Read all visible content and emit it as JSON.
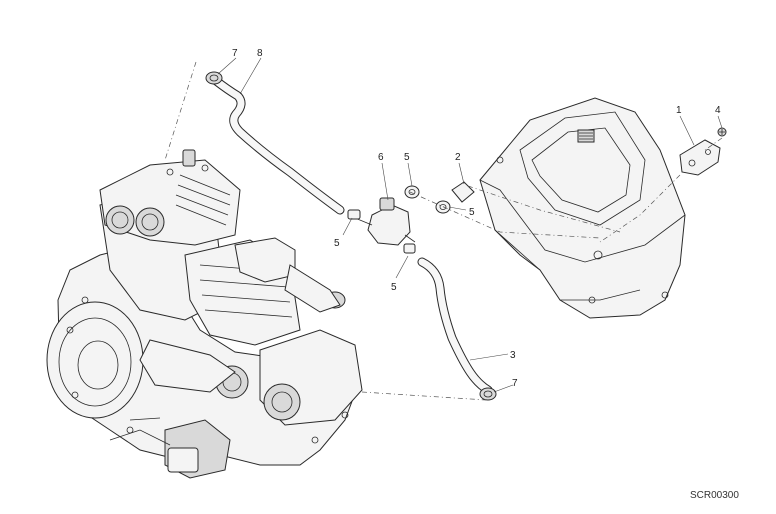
{
  "drawing_code": "SCR00300",
  "callouts": [
    {
      "id": "label-1",
      "text": "1"
    },
    {
      "id": "label-2",
      "text": "2"
    },
    {
      "id": "label-3",
      "text": "3"
    },
    {
      "id": "label-4",
      "text": "4"
    },
    {
      "id": "label-5a",
      "text": "5"
    },
    {
      "id": "label-5b",
      "text": "5"
    },
    {
      "id": "label-5c",
      "text": "5"
    },
    {
      "id": "label-5d",
      "text": "5"
    },
    {
      "id": "label-6",
      "text": "6"
    },
    {
      "id": "label-7a",
      "text": "7"
    },
    {
      "id": "label-7b",
      "text": "7"
    },
    {
      "id": "label-8",
      "text": "8"
    }
  ]
}
